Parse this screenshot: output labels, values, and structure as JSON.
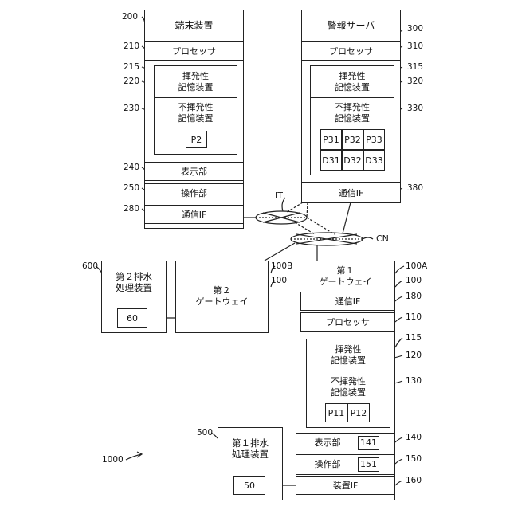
{
  "terminal": {
    "ref": "200",
    "title": "端末装置",
    "processor": {
      "ref": "210",
      "label": "プロセッサ"
    },
    "volatile": {
      "ref1": "215",
      "ref2": "220",
      "line1": "揮発性",
      "line2": "記憶装置"
    },
    "nonvolatile": {
      "ref": "230",
      "line1": "不揮発性",
      "line2": "記憶装置",
      "program": "P2"
    },
    "display": {
      "ref": "240",
      "label": "表示部"
    },
    "operation": {
      "ref": "250",
      "label": "操作部"
    },
    "comm": {
      "ref": "280",
      "label": "通信IF"
    }
  },
  "server": {
    "ref": "300",
    "title": "警報サーバ",
    "processor": {
      "ref": "310",
      "label": "プロセッサ"
    },
    "volatile": {
      "ref1": "315",
      "ref2": "320",
      "line1": "揮発性",
      "line2": "記憶装置"
    },
    "nonvolatile": {
      "ref": "330",
      "line1": "不揮発性",
      "line2": "記憶装置",
      "cells": [
        "P31",
        "P32",
        "P33",
        "D31",
        "D32",
        "D33"
      ]
    },
    "comm": {
      "ref": "380",
      "label": "通信IF"
    }
  },
  "networks": {
    "it": "IT",
    "cn": "CN"
  },
  "gateway1": {
    "ref_a": "100A",
    "ref": "100",
    "line1": "第１",
    "line2": "ゲートウェイ",
    "comm": {
      "ref": "180",
      "label": "通信IF"
    },
    "processor": {
      "ref": "110",
      "label": "プロセッサ"
    },
    "volatile": {
      "ref1": "115",
      "ref2": "120",
      "line1": "揮発性",
      "line2": "記憶装置"
    },
    "nonvolatile": {
      "ref": "130",
      "line1": "不揮発性",
      "line2": "記憶装置",
      "p1": "P11",
      "p2": "P12"
    },
    "display": {
      "ref": "140",
      "label": "表示部",
      "badge": "141"
    },
    "operation": {
      "ref": "150",
      "label": "操作部",
      "badge": "151"
    },
    "device_if": {
      "ref": "160",
      "label": "装置IF"
    }
  },
  "gateway2": {
    "ref_b": "100B",
    "ref": "100",
    "line1": "第２",
    "line2": "ゲートウェイ"
  },
  "drain2": {
    "ref": "600",
    "line1": "第２排水",
    "line2": "処理装置",
    "inner": "60"
  },
  "drain1": {
    "ref": "500",
    "line1": "第１排水",
    "line2": "処理装置",
    "inner": "50"
  },
  "system": {
    "ref": "1000"
  }
}
